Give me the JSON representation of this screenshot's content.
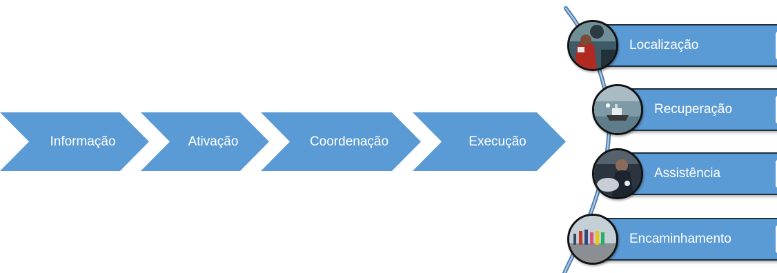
{
  "process_chain": {
    "steps": [
      {
        "label": "Informação"
      },
      {
        "label": "Ativação"
      },
      {
        "label": "Coordenação"
      },
      {
        "label": "Execução"
      }
    ]
  },
  "execution_steps": [
    {
      "label": "Localização",
      "photo": "rescue-worker-photo"
    },
    {
      "label": "Recuperação",
      "photo": "boat-at-sea-photo"
    },
    {
      "label": "Assistência",
      "photo": "medical-assistance-photo"
    },
    {
      "label": "Encaminhamento",
      "photo": "people-walking-pier-photo"
    }
  ],
  "colors": {
    "accent": "#5b9bd5",
    "arc": "#5b9bd5",
    "outline": "#1f2d3d"
  }
}
